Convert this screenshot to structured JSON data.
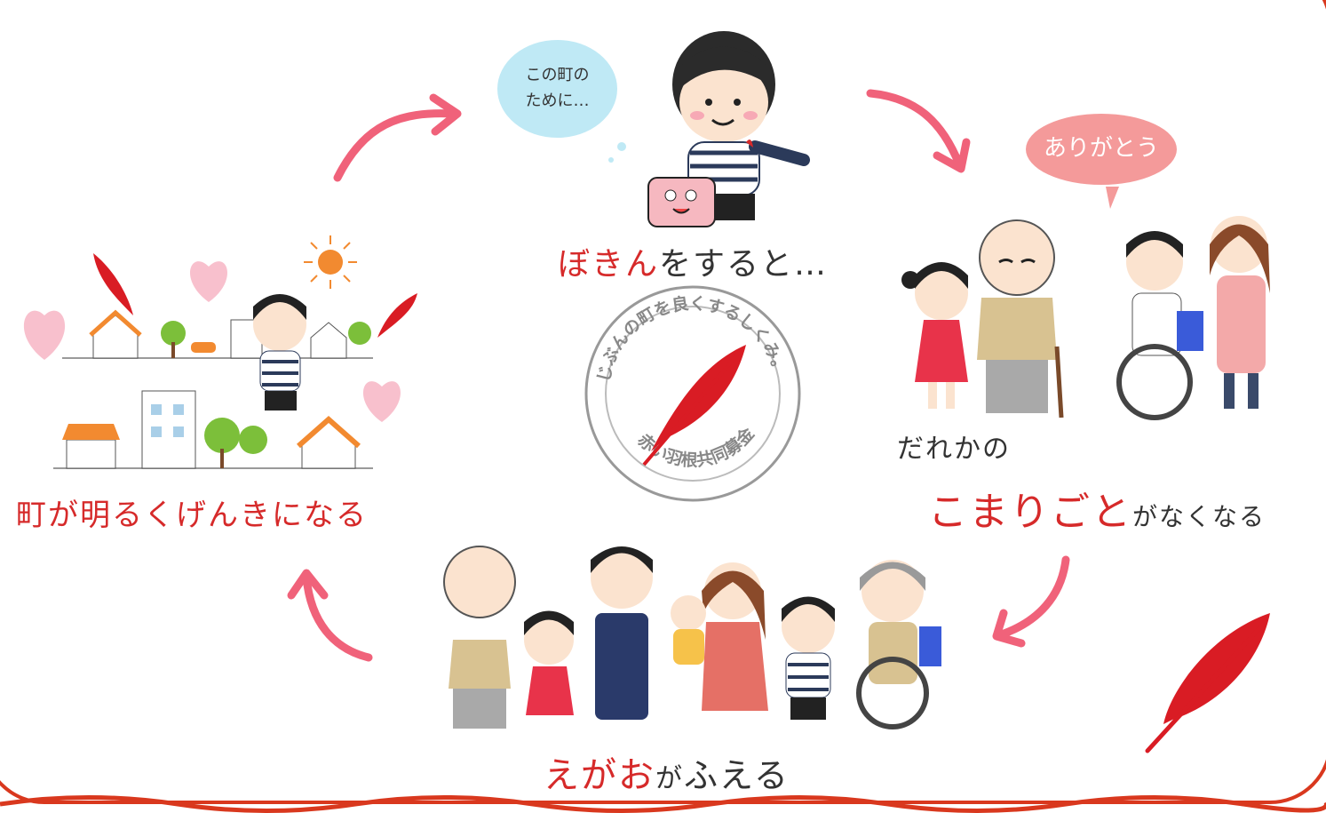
{
  "bubble_top": {
    "line1": "この町の",
    "line2": "ために…"
  },
  "bubble_right": "ありがとう",
  "label_top": {
    "highlight": "ぼきん",
    "rest": "をすると…"
  },
  "label_right": {
    "line1": "だれかの",
    "highlight": "こまりごと",
    "rest": "がなくなる"
  },
  "label_bottom": {
    "part1": "えがお",
    "part2": "が",
    "part3": "ふえる"
  },
  "label_left": "町が明るくげんきになる",
  "emblem": {
    "top_text": "じぶんの町を良くするしくみ。",
    "bottom_text": "赤い羽根共同募金"
  },
  "colors": {
    "accent": "#d62a2a",
    "arrow": "#f0627a",
    "frame": "#d9381e",
    "bubble_blue": "#bfe9f5",
    "bubble_pink": "#f49a9a"
  }
}
